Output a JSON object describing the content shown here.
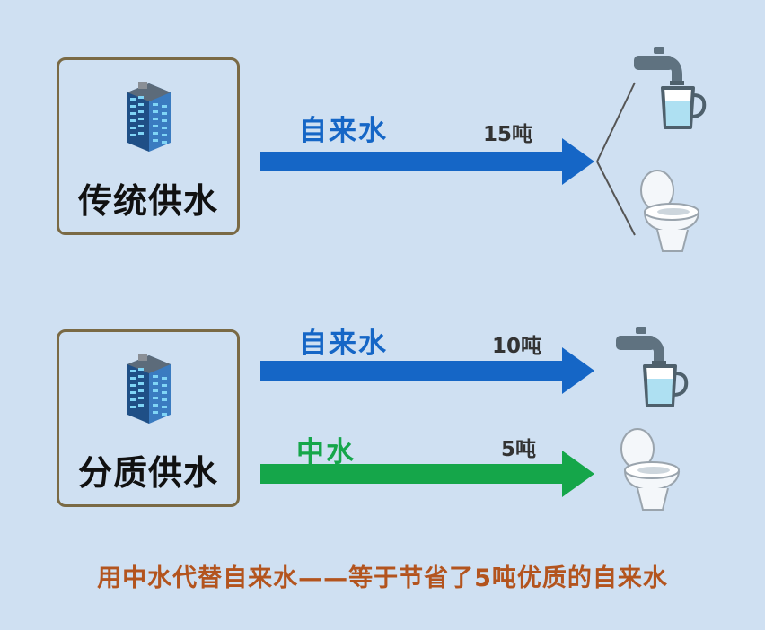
{
  "traditional": {
    "title": "传统供水",
    "flow_label": "自来水",
    "quantity": "15吨"
  },
  "dual": {
    "title": "分质供水",
    "tap_flow_label": "自来水",
    "tap_quantity": "10吨",
    "reclaimed_flow_label": "中水",
    "reclaimed_quantity": "5吨"
  },
  "footer": "用中水代替自来水——等于节省了5吨优质的自来水",
  "colors": {
    "background": "#cfe0f2",
    "tap_water": "#1566c6",
    "reclaimed_water": "#15a64a",
    "footer_text": "#b3541e"
  },
  "icons": [
    "building-icon",
    "faucet-icon",
    "water-cup-icon",
    "toilet-icon"
  ]
}
